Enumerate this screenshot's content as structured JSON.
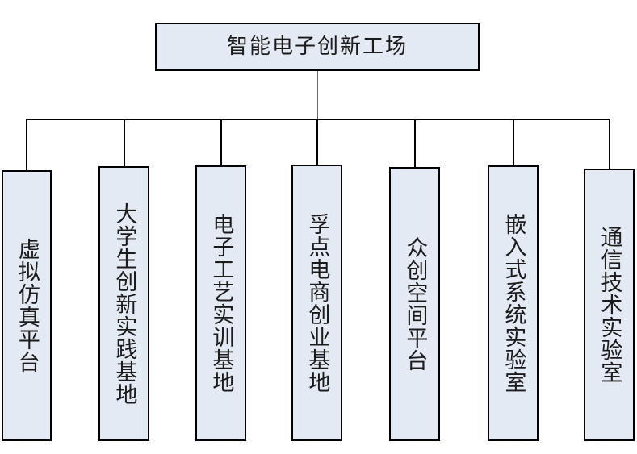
{
  "diagram": {
    "title": "智能电子创新工场",
    "type": "organization-tree",
    "colors": {
      "node_fill": "#e4eaf4",
      "node_border": "#000000",
      "connector": "#000000",
      "trunk": "#666666",
      "background": "#ffffff",
      "text": "#1b1b1b"
    },
    "root": {
      "label": "智能电子创新工场"
    },
    "children": [
      {
        "label": "虚拟仿真平台"
      },
      {
        "label": "大学生创新实践基地"
      },
      {
        "label": "电子工艺实训基地"
      },
      {
        "label": "孚点电商创业基地"
      },
      {
        "label": "众创空间平台"
      },
      {
        "label": "嵌入式系统实验室"
      },
      {
        "label": "通信技术实验室"
      }
    ]
  }
}
